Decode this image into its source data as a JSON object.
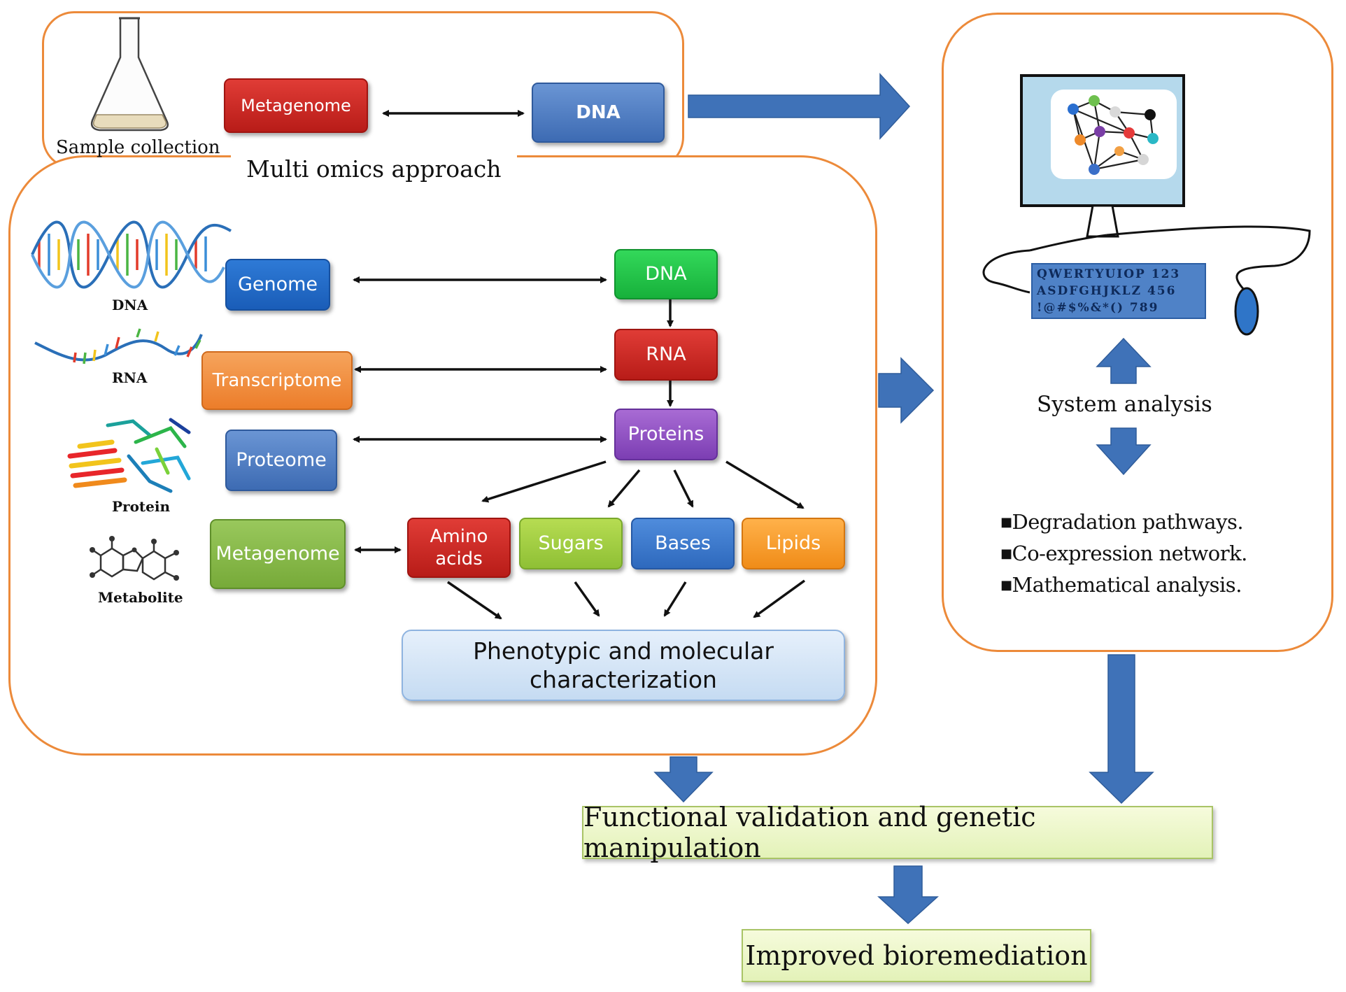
{
  "top_panel": {
    "sample_label": "Sample collection",
    "metagenome_label": "Metagenome",
    "dna_label": "DNA",
    "section_title": "Multi omics approach"
  },
  "omics": {
    "molecule_labels": {
      "dna": "DNA",
      "rna": "RNA",
      "protein": "Protein",
      "metabolite": "Metabolite"
    },
    "layers": {
      "genome": "Genome",
      "transcriptome": "Transcriptome",
      "proteome": "Proteome",
      "metagenome": "Metagenome"
    },
    "flow": {
      "dna": "DNA",
      "rna": "RNA",
      "proteins": "Proteins"
    },
    "products": {
      "amino_line1": "Amino",
      "amino_line2": "acids",
      "sugars": "Sugars",
      "bases": "Bases",
      "lipids": "Lipids"
    },
    "characterization": "Phenotypic and molecular characterization"
  },
  "system": {
    "keyboard_rows": [
      "QWERTYUIOP 123",
      "ASDFGHJKLZ 456",
      "!@#$%&*() 789"
    ],
    "title": "System analysis",
    "bullets": [
      "Degradation pathways.",
      "Co-expression network.",
      "Mathematical analysis."
    ]
  },
  "outputs": {
    "functional": "Functional validation and genetic manipulation",
    "improved": "Improved bioremediation"
  },
  "colors": {
    "panel_border": "#ec8a3a",
    "arrow_blue": "#3f72b8",
    "arrow_black": "#111111"
  }
}
